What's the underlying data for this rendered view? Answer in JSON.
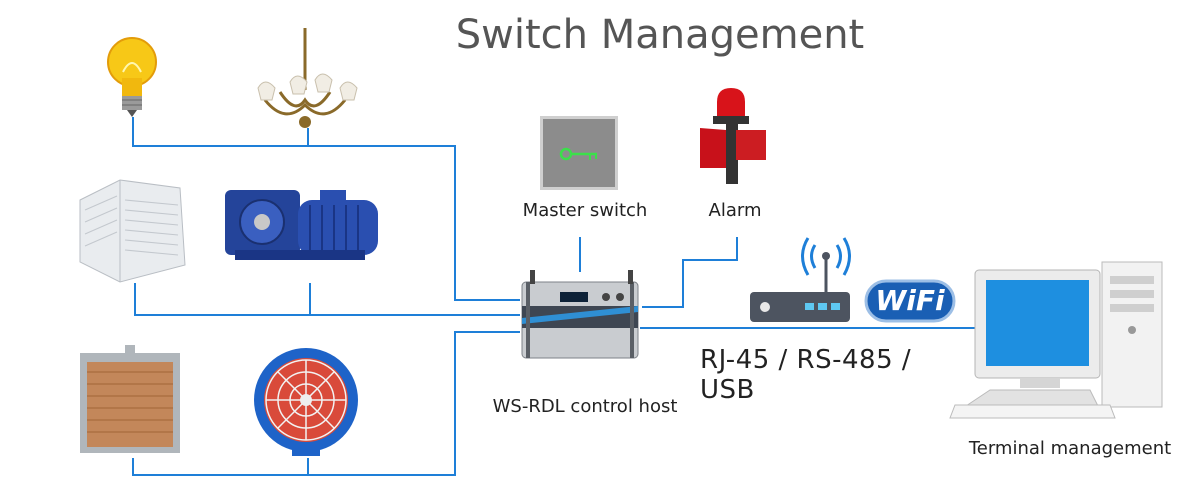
{
  "title": "Switch Management",
  "labels": {
    "master_switch": "Master switch",
    "alarm": "Alarm",
    "host": "WS-RDL control host",
    "connection": "RJ-45 / RS-485 / USB",
    "terminal": "Terminal management",
    "wifi": "WiFi"
  },
  "colors": {
    "line": "#1e7fd8",
    "title": "#555555",
    "wifi_badge": "#1a5fb4",
    "monitor_screen": "#1e8fe0"
  },
  "icons": {
    "light_bulb": "light-bulb-icon",
    "chandelier": "chandelier-icon",
    "air_cooler": "air-cooler-icon",
    "motor": "motor-icon",
    "cooling_pad": "cooling-pad-icon",
    "exhaust_fan": "exhaust-fan-icon",
    "master_switch": "key-switch-icon",
    "alarm": "alarm-siren-icon",
    "host": "control-host-icon",
    "router": "router-icon",
    "wifi": "wifi-badge-icon",
    "computer": "computer-icon"
  }
}
